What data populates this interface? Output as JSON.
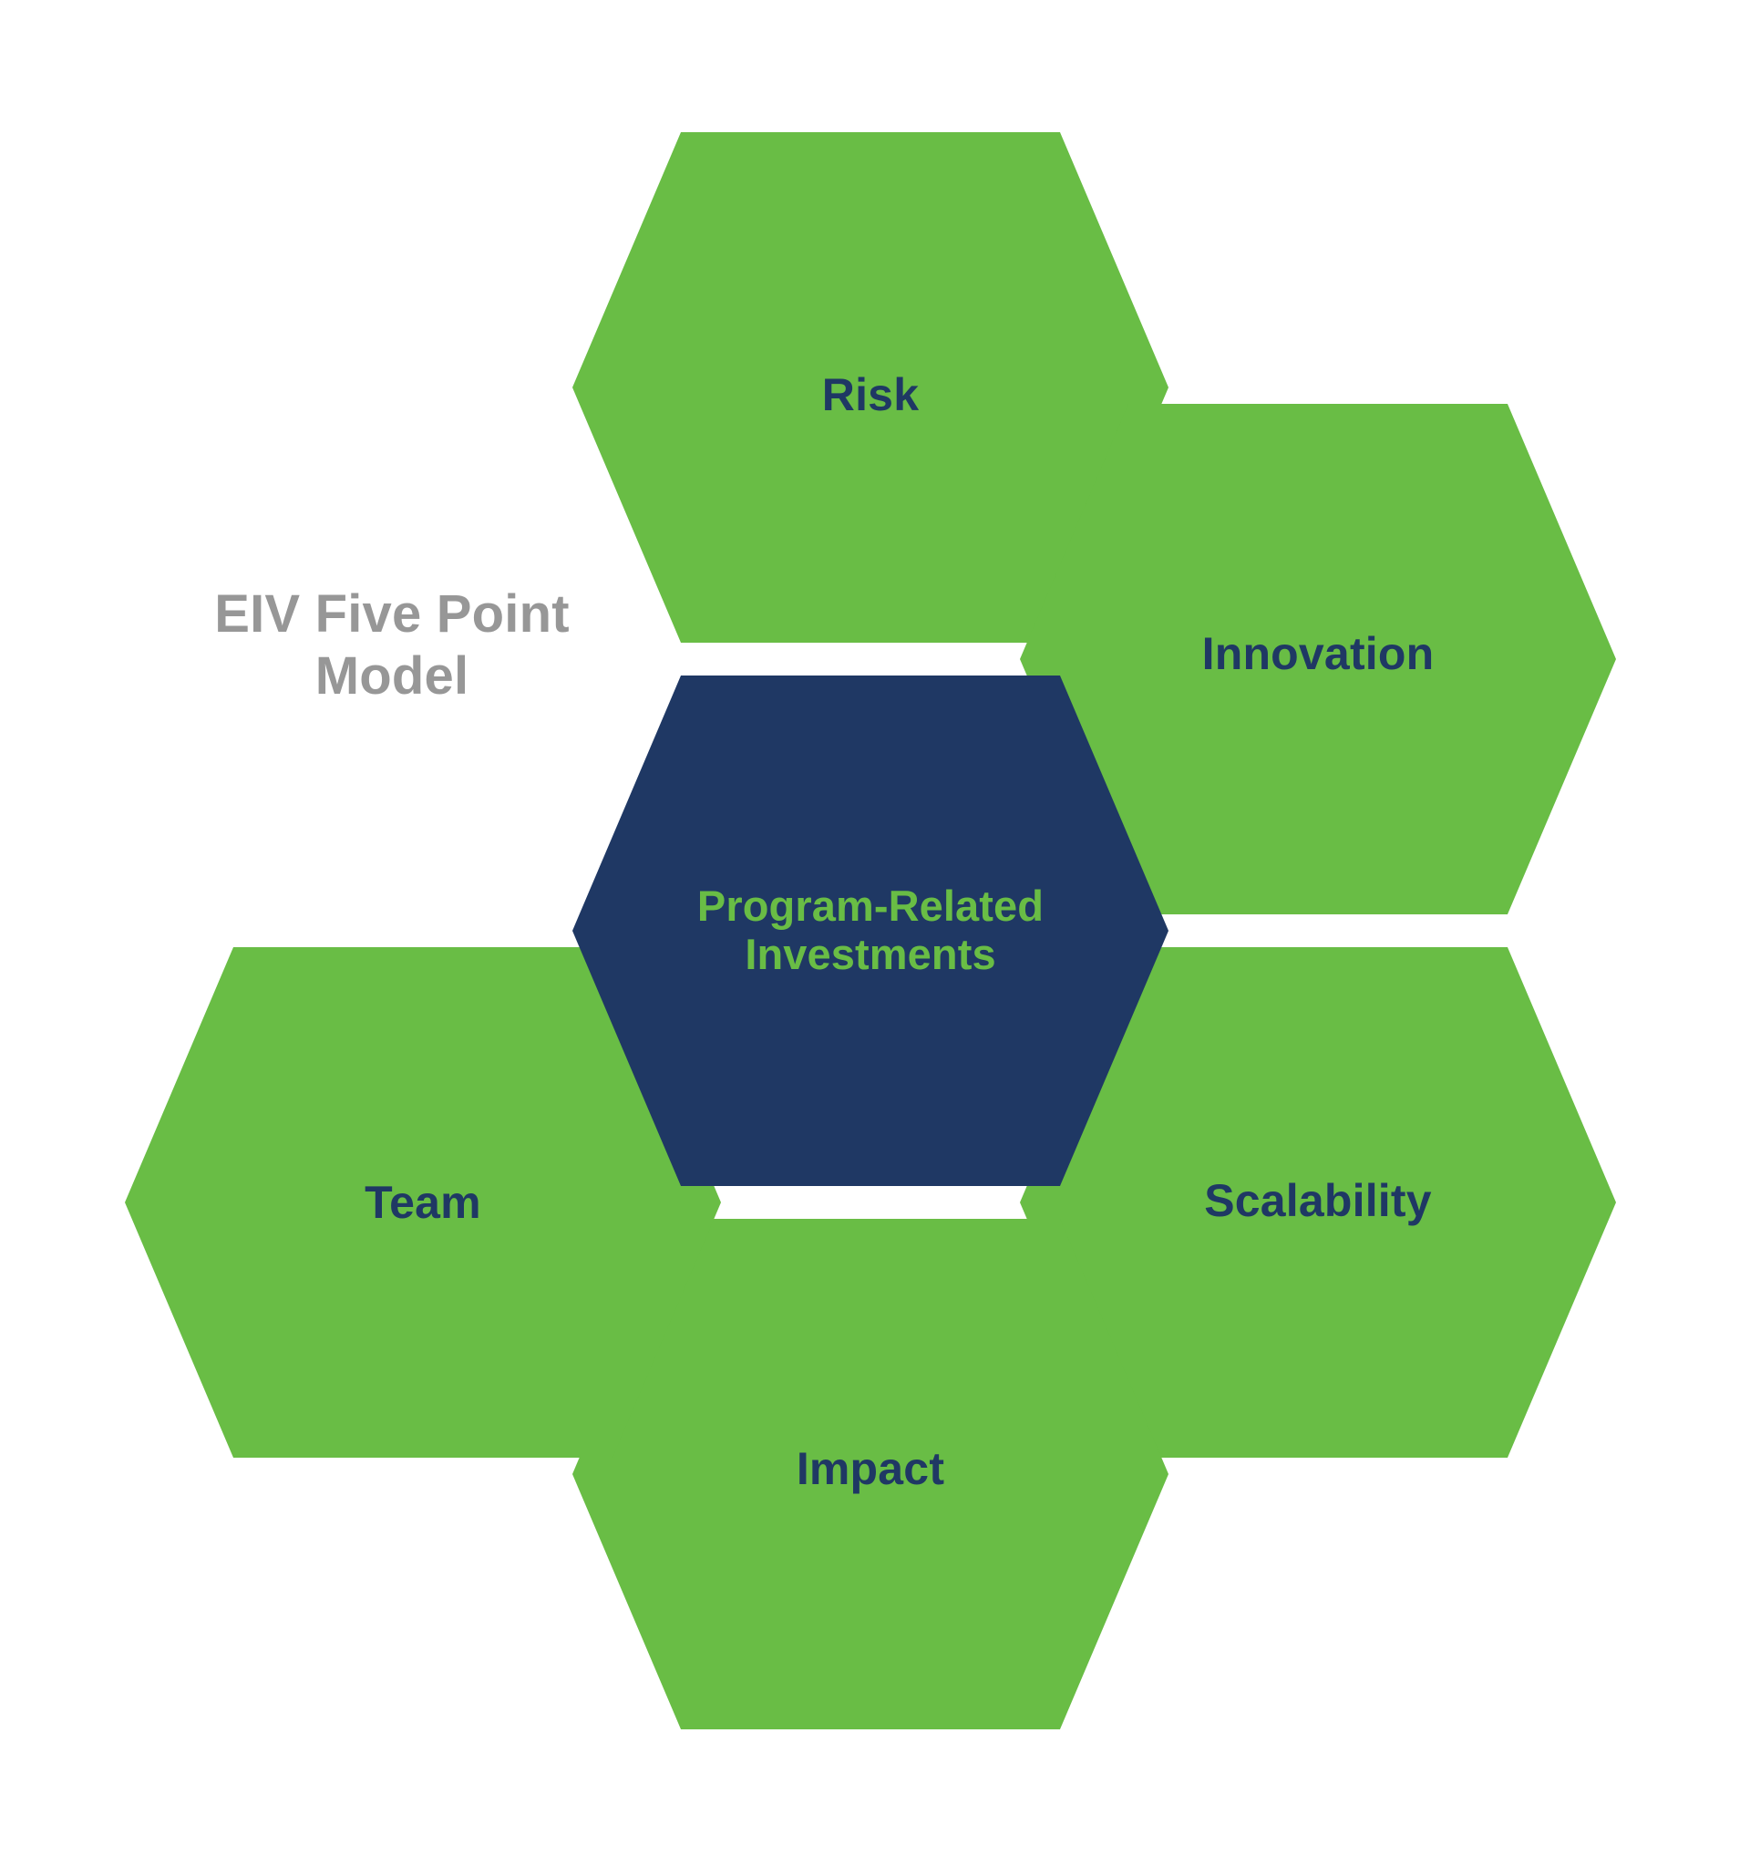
{
  "diagram": {
    "title": {
      "lines": [
        "EIV Five Point",
        "Model"
      ],
      "line1": "EIV Five Point",
      "line2": "Model",
      "full_text": "EIV Five Point Model",
      "color": "#979797"
    },
    "center": {
      "label": "Program-Related\nInvestments",
      "line1": "Program-Related",
      "line2": "Investments",
      "fill_color": "#1f3864",
      "text_color": "#69bd45"
    },
    "petals": [
      {
        "id": "risk",
        "label": "Risk",
        "position": "top",
        "fill_color": "#69bd45",
        "text_color": "#1f3864"
      },
      {
        "id": "innovation",
        "label": "Innovation",
        "position": "upper-right",
        "fill_color": "#69bd45",
        "text_color": "#1f3864"
      },
      {
        "id": "scalability",
        "label": "Scalability",
        "position": "lower-right",
        "fill_color": "#69bd45",
        "text_color": "#1f3864"
      },
      {
        "id": "impact",
        "label": "Impact",
        "position": "bottom",
        "fill_color": "#69bd45",
        "text_color": "#1f3864"
      },
      {
        "id": "team",
        "label": "Team",
        "position": "left",
        "fill_color": "#69bd45",
        "text_color": "#1f3864"
      }
    ],
    "background_color": "#ffffff",
    "point_count": 5
  }
}
